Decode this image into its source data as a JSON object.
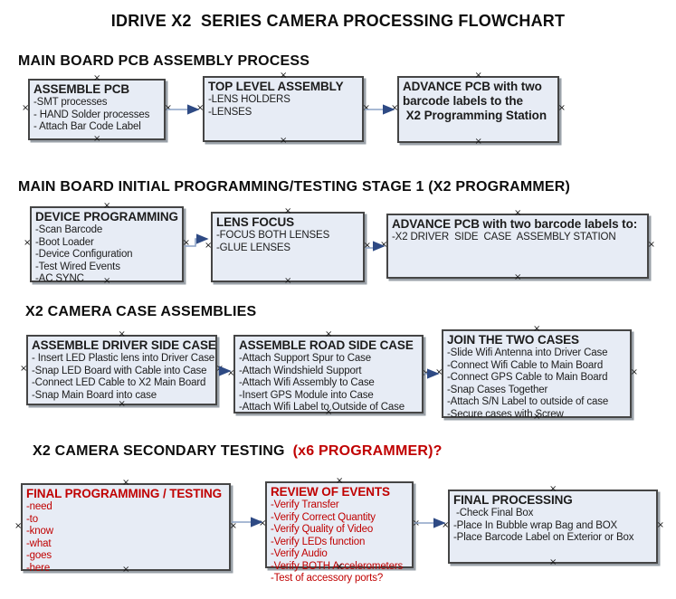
{
  "title": "IDRIVE X2  SERIES CAMERA PROCESSING FLOWCHART",
  "sections": [
    {
      "heading": "MAIN BOARD PCB ASSEMBLY PROCESS"
    },
    {
      "heading": "MAIN BOARD INITIAL PROGRAMMING/TESTING STAGE 1 (X2 PROGRAMMER)"
    },
    {
      "heading": "X2 CAMERA CASE ASSEMBLIES"
    },
    {
      "heading": "X2 CAMERA SECONDARY TESTING",
      "heading_red": "(x6 PROGRAMMER)?"
    }
  ],
  "boxes": {
    "assemble_pcb": {
      "title": "ASSEMBLE PCB",
      "lines": [
        "-SMT processes",
        "- HAND Solder processes",
        "- Attach Bar Code Label"
      ]
    },
    "top_level_assembly": {
      "title": "TOP LEVEL ASSEMBLY",
      "lines": [
        "-LENS HOLDERS",
        "-LENSES"
      ]
    },
    "advance_pcb_station": {
      "title_lines": [
        "ADVANCE PCB with two",
        "barcode labels to the",
        " X2 Programming Station"
      ]
    },
    "device_programming": {
      "title": "DEVICE PROGRAMMING",
      "lines": [
        "-Scan Barcode",
        "-Boot Loader",
        "-Device Configuration",
        "-Test Wired Events",
        "-AC SYNC"
      ]
    },
    "lens_focus": {
      "title": "LENS FOCUS",
      "lines": [
        "-FOCUS BOTH LENSES",
        "-GLUE LENSES"
      ]
    },
    "advance_pcb_driver": {
      "title": "ADVANCE PCB with two barcode labels to:",
      "lines": [
        "-X2 DRIVER  SIDE  CASE  ASSEMBLY STATION"
      ]
    },
    "assemble_driver_side_case": {
      "title": "ASSEMBLE DRIVER SIDE CASE",
      "lines": [
        "- Insert LED Plastic lens into Driver Case",
        "-Snap LED Board with Cable into Case",
        "-Connect LED Cable to X2 Main Board",
        "-Snap Main Board into case"
      ]
    },
    "assemble_road_side_case": {
      "title": "ASSEMBLE ROAD SIDE CASE",
      "lines": [
        "-Attach Support Spur to Case",
        "-Attach Windshield Support",
        "-Attach Wifi Assembly to Case",
        "-Insert GPS Module into Case",
        "-Attach Wifi Label to Outside of Case"
      ]
    },
    "join_the_two_cases": {
      "title": "JOIN THE TWO CASES",
      "lines": [
        "-Slide Wifi Antenna into Driver Case",
        "-Connect Wifi Cable to Main Board",
        "-Connect GPS Cable to Main Board",
        "-Snap Cases Together",
        "-Attach S/N Label to outside of case",
        "-Secure cases with Screw"
      ]
    },
    "final_programming_testing": {
      "title": "FINAL PROGRAMMING / TESTING",
      "red": true,
      "lines": [
        "-need",
        "-to",
        "-know",
        "-what",
        "-goes",
        "-here"
      ]
    },
    "review_of_events": {
      "title": "REVIEW OF EVENTS",
      "red": true,
      "lines": [
        "-Verify Transfer",
        "-Verify Correct Quantity",
        "-Verify Quality of Video",
        "-Verify LEDs function",
        "-Verify Audio",
        "-Verify BOTH Accelerometers",
        "-Test of accessory ports?"
      ]
    },
    "final_processing": {
      "title": "FINAL PROCESSING",
      "lines": [
        " -Check Final Box",
        "-Place In Bubble wrap Bag and BOX",
        "-Place Barcode Label on Exterior or Box"
      ]
    }
  },
  "colors": {
    "box_fill": "#e7ecf5",
    "box_border": "#454545",
    "box_shadow": "#9aa1a8",
    "arrow_line": "#8ba2c6",
    "arrow_head": "#2e4a84",
    "red_text": "#c00000"
  }
}
